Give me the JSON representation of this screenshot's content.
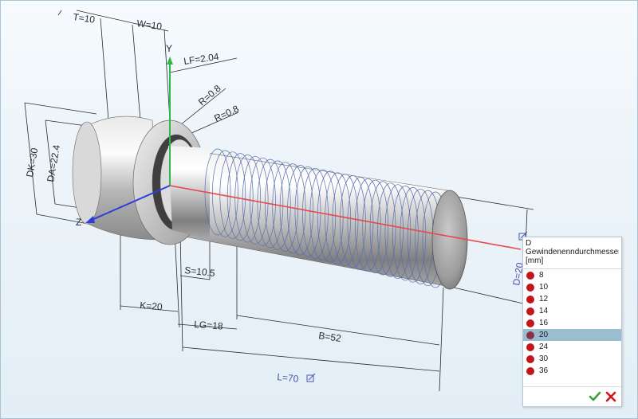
{
  "dimensions": {
    "T": "T=10",
    "W": "W=10",
    "LF": "LF=2.04",
    "R1": "R=0.8",
    "R2": "R=0.8",
    "DK": "DK=30",
    "DA": "DA=22.4",
    "S": "S=10.5",
    "K": "K=20",
    "LG": "LG=18",
    "B": "B=52",
    "L": "L=70",
    "D": "D=20"
  },
  "axes": {
    "y": "Y",
    "z": "Z"
  },
  "panel": {
    "param": "D",
    "title": "Gewindenenndurchmesser",
    "unit": "[mm]",
    "options": [
      "8",
      "10",
      "12",
      "14",
      "16",
      "20",
      "24",
      "30",
      "36"
    ],
    "selected": "20",
    "ok_icon": "checkmark-icon",
    "cancel_icon": "close-icon"
  },
  "colors": {
    "y_axis": "#2db84a",
    "z_axis": "#2f3fd6",
    "x_axis": "#e5484d",
    "selected_row": "#9bbdd0",
    "dot": "#c4141b"
  }
}
